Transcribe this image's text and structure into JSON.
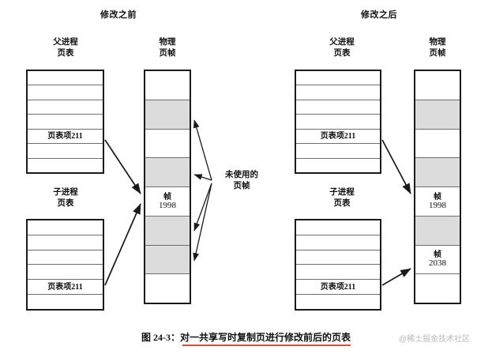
{
  "figure": {
    "caption": "图 24-3：对一共享写时复制页进行修改前后的页表",
    "caption_number": "图 24-3：",
    "watermark": "@稀土掘金技术社区",
    "accent_underline_color": "#e8452c",
    "filled_frame_color": "#dcdcdc",
    "line_color": "#1a1a1a"
  },
  "panels": [
    {
      "id": "before",
      "title": "修改之前",
      "page_tables": [
        {
          "id": "parent-before",
          "title_line1": "父进程",
          "title_line2": "页表",
          "rows": [
            "",
            "",
            "",
            "",
            "页表项211",
            "",
            ""
          ],
          "highlight_row_index": 4
        },
        {
          "id": "child-before",
          "title_line1": "子进程",
          "title_line2": "页表",
          "rows": [
            "",
            "",
            "",
            "",
            "页表项211",
            ""
          ],
          "highlight_row_index": 4
        }
      ],
      "frames": {
        "id": "frames-before",
        "title_line1": "物理",
        "title_line2": "页帧",
        "cells": [
          {
            "label_line1": "",
            "label_line2": "",
            "filled": false
          },
          {
            "label_line1": "",
            "label_line2": "",
            "filled": true
          },
          {
            "label_line1": "",
            "label_line2": "",
            "filled": false
          },
          {
            "label_line1": "",
            "label_line2": "",
            "filled": true
          },
          {
            "label_line1": "帧",
            "label_line2": "1998",
            "filled": false
          },
          {
            "label_line1": "",
            "label_line2": "",
            "filled": true
          },
          {
            "label_line1": "",
            "label_line2": "",
            "filled": true
          },
          {
            "label_line1": "",
            "label_line2": "",
            "filled": false
          }
        ]
      },
      "annotation": {
        "line1": "未使用的",
        "line2": "页帧",
        "points_to_cell_indices": [
          1,
          3,
          5,
          6
        ]
      }
    },
    {
      "id": "after",
      "title": "修改之后",
      "page_tables": [
        {
          "id": "parent-after",
          "title_line1": "父进程",
          "title_line2": "页表",
          "rows": [
            "",
            "",
            "",
            "",
            "页表项211",
            "",
            ""
          ],
          "highlight_row_index": 4
        },
        {
          "id": "child-after",
          "title_line1": "子进程",
          "title_line2": "页表",
          "rows": [
            "",
            "",
            "",
            "",
            "页表项211",
            ""
          ],
          "highlight_row_index": 4
        }
      ],
      "frames": {
        "id": "frames-after",
        "title_line1": "物理",
        "title_line2": "页帧",
        "cells": [
          {
            "label_line1": "",
            "label_line2": "",
            "filled": false
          },
          {
            "label_line1": "",
            "label_line2": "",
            "filled": true
          },
          {
            "label_line1": "",
            "label_line2": "",
            "filled": false
          },
          {
            "label_line1": "",
            "label_line2": "",
            "filled": true
          },
          {
            "label_line1": "帧",
            "label_line2": "1998",
            "filled": false
          },
          {
            "label_line1": "",
            "label_line2": "",
            "filled": true
          },
          {
            "label_line1": "帧",
            "label_line2": "2038",
            "filled": false
          },
          {
            "label_line1": "",
            "label_line2": "",
            "filled": false
          }
        ]
      },
      "annotation": null
    }
  ]
}
